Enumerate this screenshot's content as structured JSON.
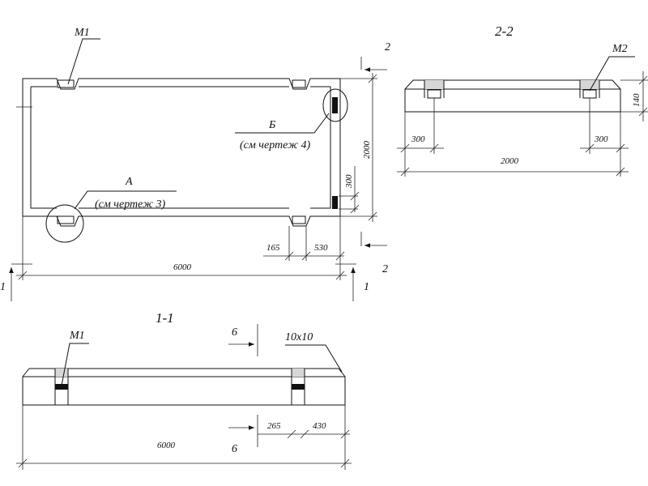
{
  "plan": {
    "mark_m1": "М1",
    "callout_b_letter": "Б",
    "callout_b_ref": "(см чертеж 4)",
    "callout_a_letter": "А",
    "callout_a_ref": "(см чертеж 3)",
    "dim_height": "2000",
    "dim_300": "300",
    "dim_165": "165",
    "dim_530": "530",
    "dim_length": "6000",
    "cut2_top": "2",
    "cut2_bottom": "2",
    "cut1_left": "1",
    "cut1_right": "1"
  },
  "section_2_2": {
    "title": "2-2",
    "mark_m2": "М2",
    "dim_140": "140",
    "dim_300_left": "300",
    "dim_300_right": "300",
    "dim_width": "2000"
  },
  "section_1_1": {
    "title": "1-1",
    "mark_m1": "М1",
    "cut6_top": "6",
    "cut6_bottom": "6",
    "chamfer": "10x10",
    "dim_265": "265",
    "dim_430": "430",
    "dim_length": "6000"
  }
}
